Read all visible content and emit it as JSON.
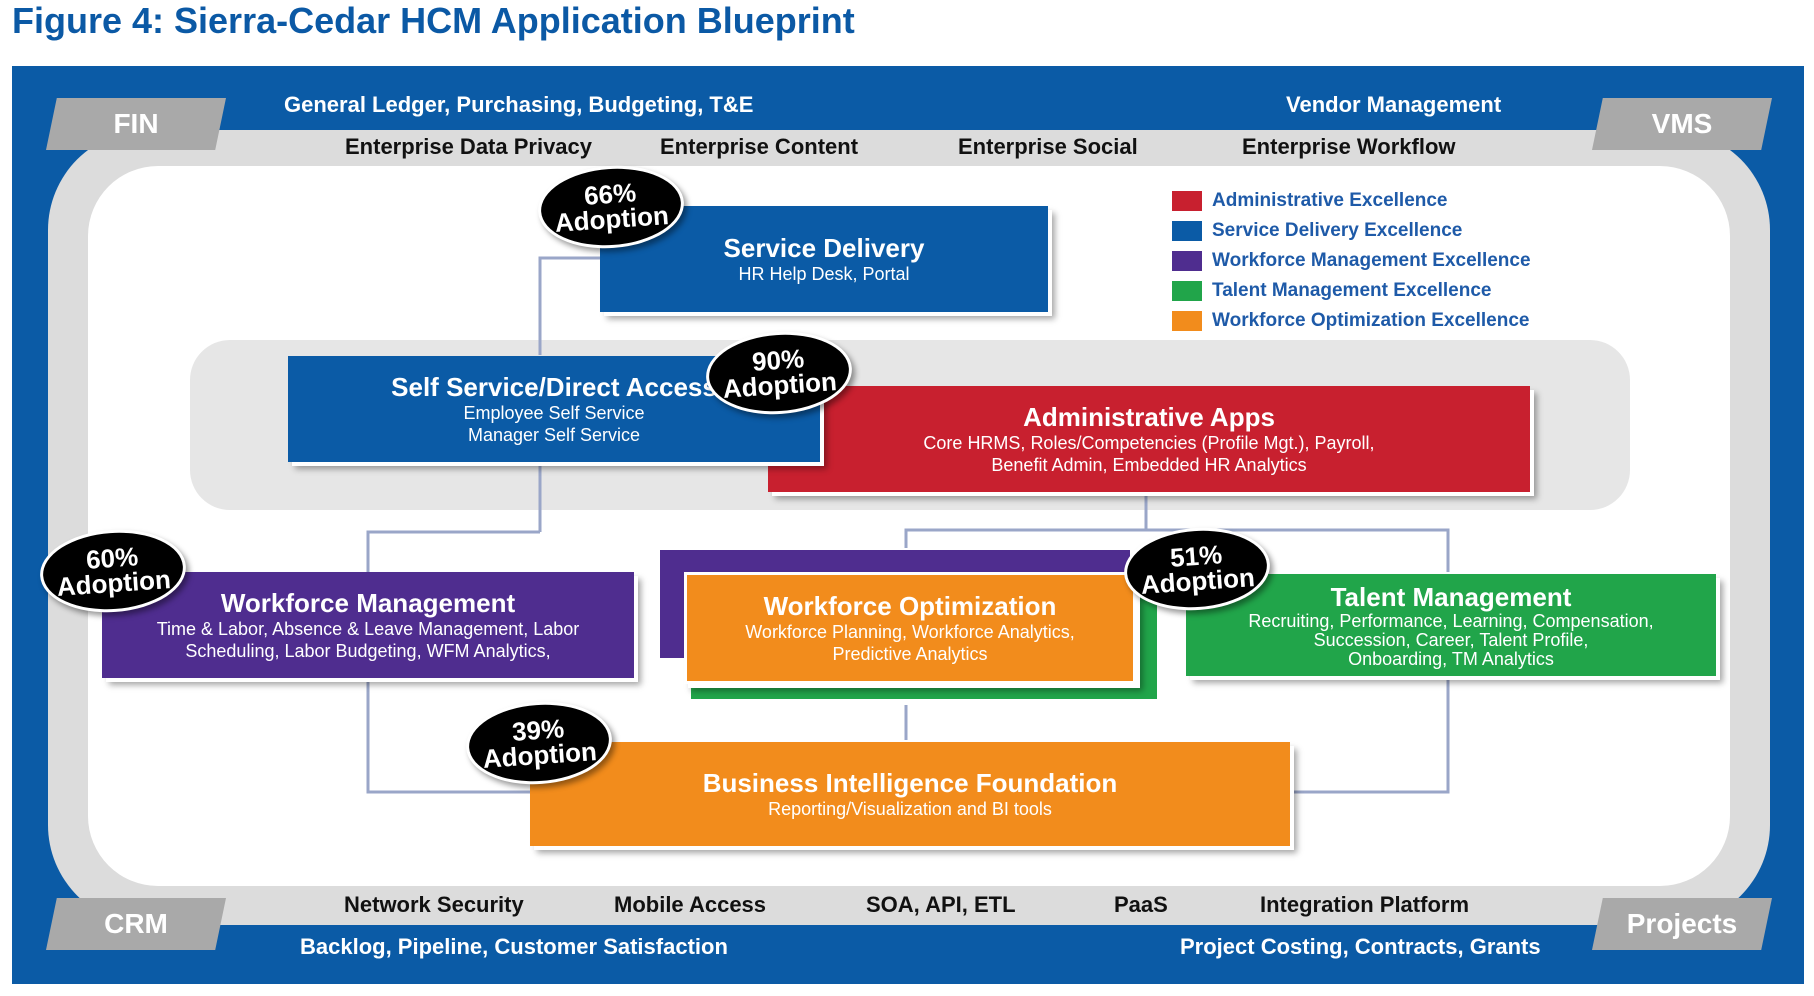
{
  "title": "Figure 4: Sierra-Cedar HCM Application Blueprint",
  "corners": {
    "fin": "FIN",
    "vms": "VMS",
    "crm": "CRM",
    "projects": "Projects"
  },
  "top_strip": {
    "fin_detail": "General Ledger, Purchasing, Budgeting, T&E",
    "vms_detail": "Vendor Management"
  },
  "bottom_strip": {
    "crm_detail": "Backlog, Pipeline, Customer Satisfaction",
    "projects_detail": "Project Costing, Contracts, Grants"
  },
  "ring_top": [
    "Enterprise Data Privacy",
    "Enterprise Content",
    "Enterprise Social",
    "Enterprise Workflow"
  ],
  "ring_bottom": [
    "Network Security",
    "Mobile Access",
    "SOA, API, ETL",
    "PaaS",
    "Integration Platform"
  ],
  "legend": [
    {
      "label": "Administrative Excellence",
      "color": "#c8202f"
    },
    {
      "label": "Service Delivery Excellence",
      "color": "#0b5ba6"
    },
    {
      "label": "Workforce Management Excellence",
      "color": "#4f2d8f"
    },
    {
      "label": "Talent Management Excellence",
      "color": "#21a54a"
    },
    {
      "label": "Workforce Optimization Excellence",
      "color": "#f28c1c"
    }
  ],
  "boxes": {
    "service_delivery": {
      "title": "Service Delivery",
      "sub": [
        "HR Help Desk, Portal"
      ]
    },
    "self_service": {
      "title": "Self Service/Direct Access",
      "sub": [
        "Employee Self Service",
        "Manager Self Service"
      ]
    },
    "admin_apps": {
      "title": "Administrative Apps",
      "sub": [
        "Core HRMS, Roles/Competencies (Profile Mgt.), Payroll,",
        "Benefit Admin, Embedded HR Analytics"
      ]
    },
    "workforce_mgmt": {
      "title": "Workforce Management",
      "sub": [
        "Time & Labor, Absence & Leave Management, Labor",
        "Scheduling, Labor Budgeting, WFM Analytics,"
      ]
    },
    "workforce_opt": {
      "title": "Workforce Optimization",
      "sub": [
        "Workforce Planning, Workforce Analytics,",
        "Predictive Analytics"
      ]
    },
    "talent_mgmt": {
      "title": "Talent Management",
      "sub": [
        "Recruiting, Performance, Learning, Compensation,",
        "Succession, Career, Talent Profile,",
        "Onboarding, TM Analytics"
      ]
    },
    "bi_foundation": {
      "title": "Business Intelligence Foundation",
      "sub": [
        "Reporting/Visualization and BI tools"
      ]
    }
  },
  "badges": {
    "service_delivery": {
      "pct": "66%",
      "label": "Adoption"
    },
    "self_service": {
      "pct": "90%",
      "label": "Adoption"
    },
    "workforce_mgmt": {
      "pct": "60%",
      "label": "Adoption"
    },
    "talent_mgmt": {
      "pct": "51%",
      "label": "Adoption"
    },
    "bi_foundation": {
      "pct": "39%",
      "label": "Adoption"
    }
  }
}
